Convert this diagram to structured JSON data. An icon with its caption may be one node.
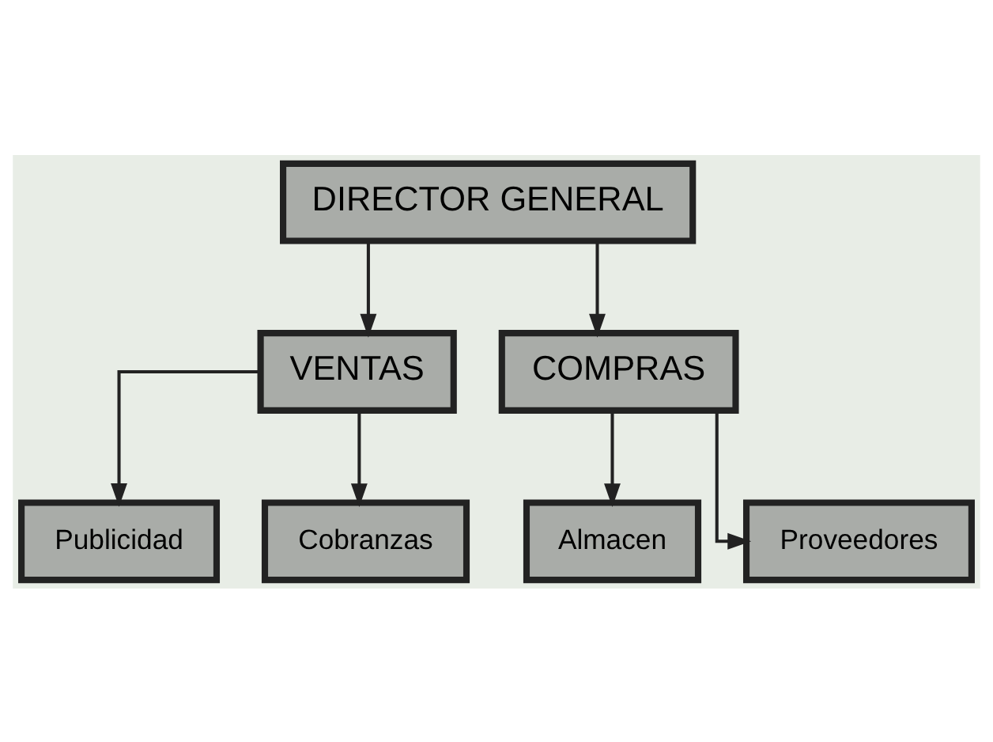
{
  "diagram": {
    "nodes": [
      {
        "text": [
          "DIRECTOR GENERAL"
        ]
      },
      {
        "text": [
          "VENTAS"
        ]
      },
      {
        "text": [
          "COMPRAS"
        ]
      },
      {
        "text": [
          "Publicidad"
        ]
      },
      {
        "text": [
          "Cobranzas"
        ]
      },
      {
        "text": [
          "Almacen"
        ]
      },
      {
        "text": [
          "Proveedores"
        ]
      }
    ],
    "edges": [
      {
        "from": 0,
        "to": 1,
        "arrow": "to"
      },
      {
        "from": 0,
        "to": 2,
        "arrow": "to"
      },
      {
        "from": 1,
        "to": 3,
        "arrow": "to"
      },
      {
        "from": 1,
        "to": 4,
        "arrow": "to"
      },
      {
        "from": 2,
        "to": 5,
        "arrow": "to"
      },
      {
        "from": 2,
        "to": 6,
        "arrow": "to"
      }
    ]
  }
}
